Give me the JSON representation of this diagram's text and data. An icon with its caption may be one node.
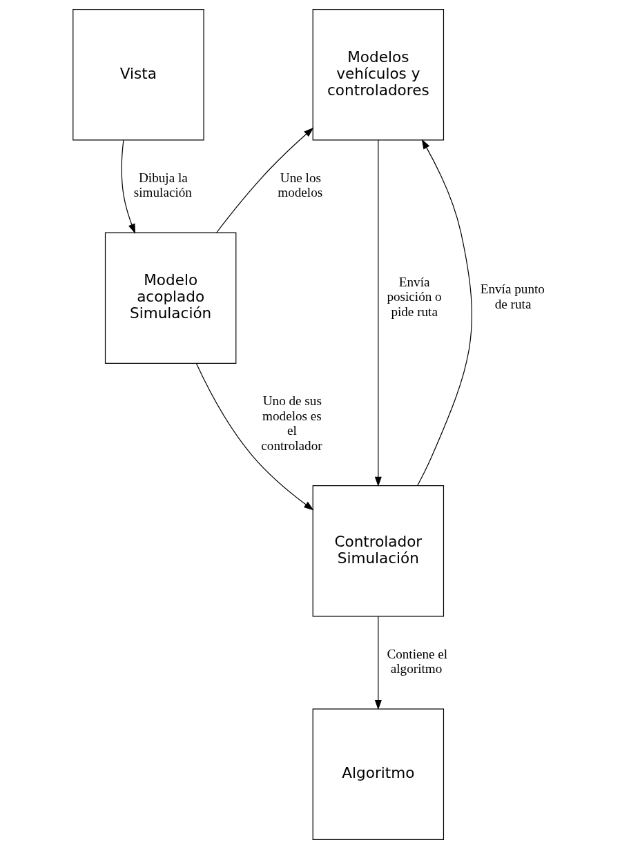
{
  "diagram": {
    "nodes": [
      {
        "text": [
          "Vista"
        ]
      },
      {
        "text": [
          "Modelos vehículos y controladores"
        ]
      },
      {
        "text": [
          "Modelo acoplado Simulación"
        ]
      },
      {
        "text": [
          "Controlador Simulación"
        ]
      },
      {
        "text": [
          "Algoritmo"
        ]
      }
    ],
    "edges": [
      {
        "from": 0,
        "to": 2,
        "arrow": "to",
        "label": "Dibuja la simulación"
      },
      {
        "from": 2,
        "to": 1,
        "arrow": "to",
        "label": "Une los modelos"
      },
      {
        "from": 1,
        "to": 3,
        "arrow": "to",
        "label": "Envía posición o pide ruta"
      },
      {
        "from": 3,
        "to": 1,
        "arrow": "to",
        "label": "Envía punto de ruta"
      },
      {
        "from": 2,
        "to": 3,
        "arrow": "to",
        "label": "Uno de sus modelos es el controlador"
      },
      {
        "from": 3,
        "to": 4,
        "arrow": "to",
        "label": "Contiene el algoritmo"
      }
    ]
  }
}
